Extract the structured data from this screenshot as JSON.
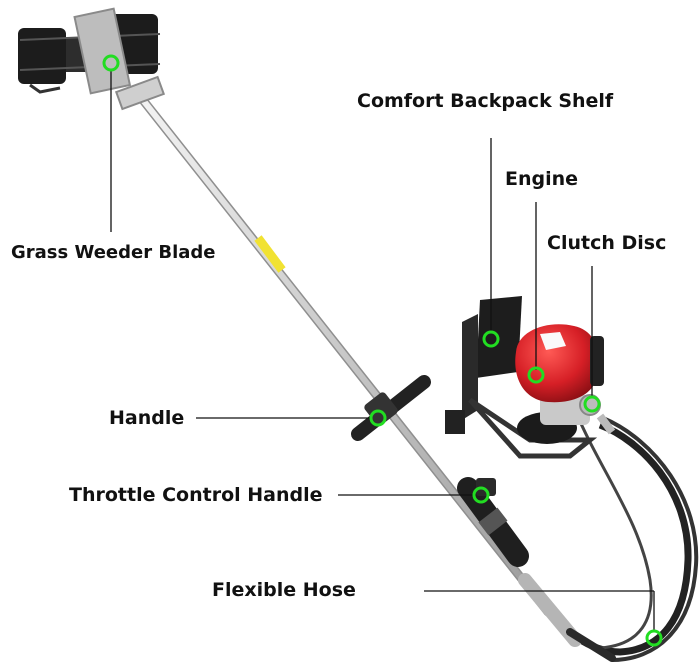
{
  "labels": {
    "comfort_backpack_shelf": "Comfort Backpack Shelf",
    "engine": "Engine",
    "clutch_disc": "Clutch Disc",
    "grass_weeder_blade": "Grass Weeder Blade",
    "handle": "Handle",
    "throttle_control_handle": "Throttle Control Handle",
    "flexible_hose": "Flexible Hose"
  },
  "colors": {
    "marker": "#22dd22",
    "leader_line": "#111111",
    "engine_red": "#d8232a",
    "shaft": "#d9d9d9",
    "rubber": "#2a2a2a"
  }
}
